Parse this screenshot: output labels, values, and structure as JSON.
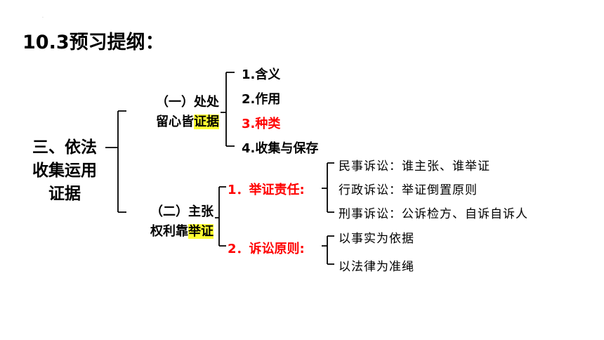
{
  "title": "10.3预习提纲：",
  "root": {
    "line1": "三、依法",
    "line2": "收集运用",
    "line3": "证据"
  },
  "branch1": {
    "line1": "（一）处处",
    "line2_plain": "留心皆",
    "line2_highlight": "证据",
    "items": [
      "1.含义",
      "2.作用",
      "3.种类",
      "4.收集与保存"
    ],
    "highlight_item_index": 2
  },
  "branch2": {
    "line1": "（二）主张",
    "line2_plain": "权利靠",
    "line2_highlight": "举证",
    "sub1": {
      "label": "1．举证责任:",
      "items": [
        "民事诉讼：谁主张、谁举证",
        "行政诉讼：举证倒置原则",
        "刑事诉讼：公诉检方、自诉自诉人"
      ]
    },
    "sub2": {
      "label": "2．诉讼原则:",
      "items": [
        "以事实为依据",
        "以法律为准绳"
      ]
    }
  },
  "colors": {
    "accent_red": "#ff0000",
    "highlight": "#ffff33",
    "text": "#000000"
  }
}
